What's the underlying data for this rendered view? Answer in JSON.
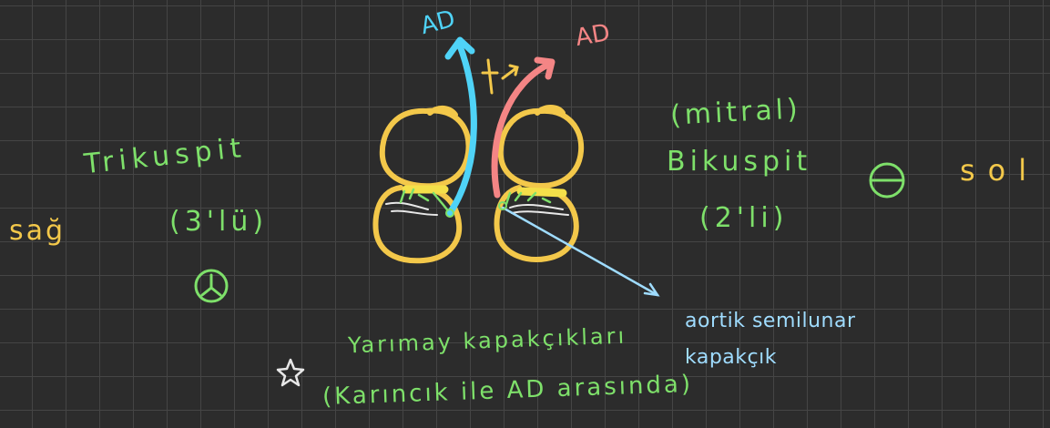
{
  "colors": {
    "background": "#2c2c2c",
    "grid": "#454545",
    "green": "#7ee06a",
    "yellow": "#f3c84a",
    "cyan": "#4fd3f7",
    "pink": "#f48585",
    "light_blue": "#9fdcff",
    "white": "#e8e8e8"
  },
  "labels": {
    "ad_left": "AD",
    "ad_right": "AD",
    "sag": "sağ",
    "sol": "sol",
    "trikuspit": "Trikuspit",
    "trikuspit_count": "(3'lü)",
    "mitral": "(mitral)",
    "bikuspit": "Bikuspit",
    "bikuspit_count": "(2'li)",
    "typed_note_line1": "aortik semilunar",
    "typed_note_line2": "kapakçık",
    "bottom_line1": "Yarımay kapakçıkları",
    "bottom_line2": "(Karıncık ile AD arasında)"
  },
  "icons": [
    "mercedes-symbol-icon",
    "minus-circle-icon",
    "star-icon",
    "arrow-up-icon"
  ]
}
